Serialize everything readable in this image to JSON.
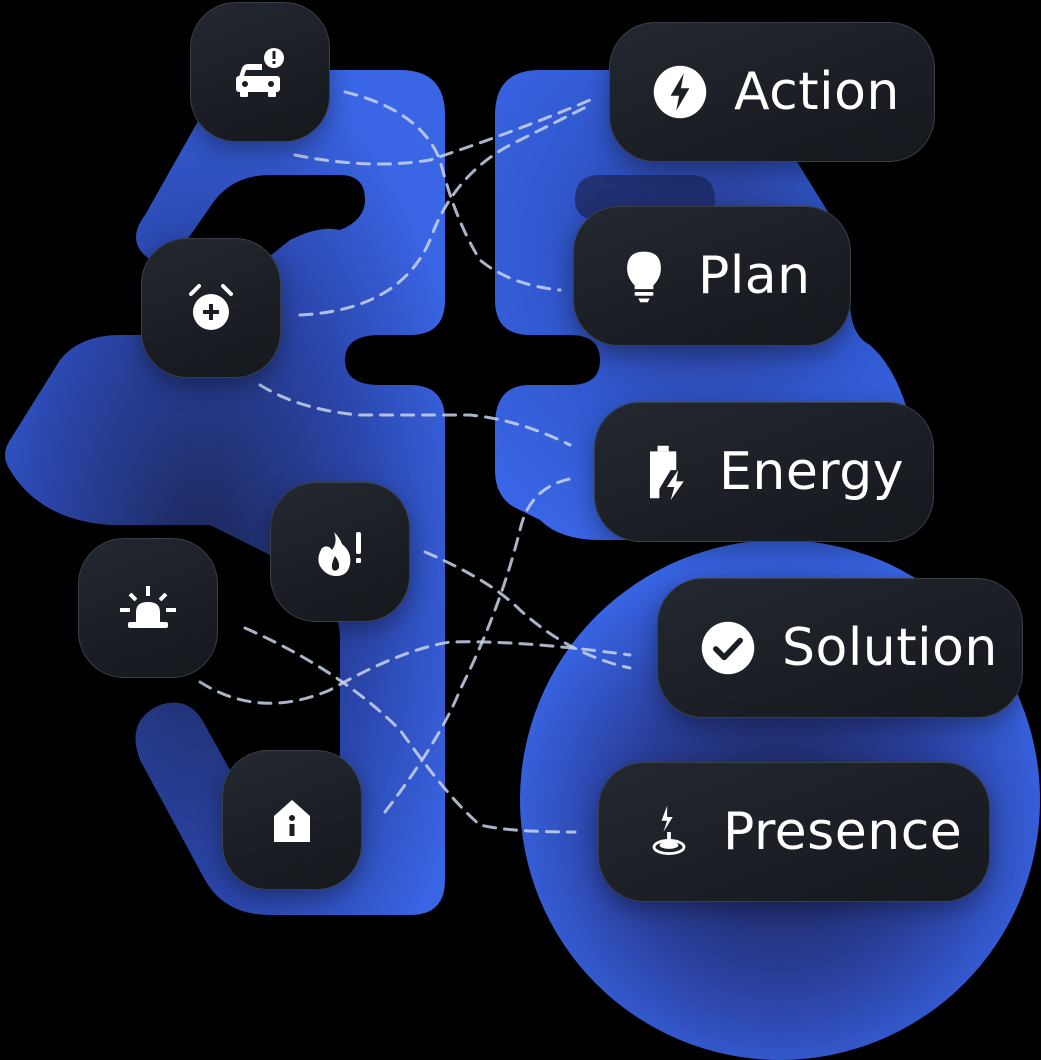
{
  "colors": {
    "background": "#000000",
    "brain_blue": "#3460d9",
    "brain_dark": "#1c2a5e",
    "tile": "#1b1e24",
    "tile_border": "#3a3f48",
    "text": "#ffffff",
    "connector": "#c9d3ea"
  },
  "source_nodes": [
    {
      "id": "car-alert",
      "icon": "car-alert-icon"
    },
    {
      "id": "alarm-add",
      "icon": "alarm-clock-plus-icon"
    },
    {
      "id": "fire-alert",
      "icon": "fire-alert-icon"
    },
    {
      "id": "siren",
      "icon": "siren-light-icon"
    },
    {
      "id": "home-info",
      "icon": "home-info-icon"
    }
  ],
  "outcome_nodes": [
    {
      "id": "action",
      "label": "Action",
      "icon": "lightning-circle-icon"
    },
    {
      "id": "plan",
      "label": "Plan",
      "icon": "lightbulb-icon"
    },
    {
      "id": "energy",
      "label": "Energy",
      "icon": "battery-charging-icon"
    },
    {
      "id": "solution",
      "label": "Solution",
      "icon": "check-circle-icon"
    },
    {
      "id": "presence",
      "label": "Presence",
      "icon": "motion-sensor-icon"
    }
  ],
  "connections": [
    {
      "from": "car-alert",
      "to": "plan"
    },
    {
      "from": "car-alert",
      "to": "action"
    },
    {
      "from": "alarm-add",
      "to": "action"
    },
    {
      "from": "alarm-add",
      "to": "energy"
    },
    {
      "from": "fire-alert",
      "to": "solution"
    },
    {
      "from": "siren",
      "to": "presence"
    },
    {
      "from": "siren",
      "to": "solution"
    },
    {
      "from": "home-info",
      "to": "energy"
    }
  ]
}
